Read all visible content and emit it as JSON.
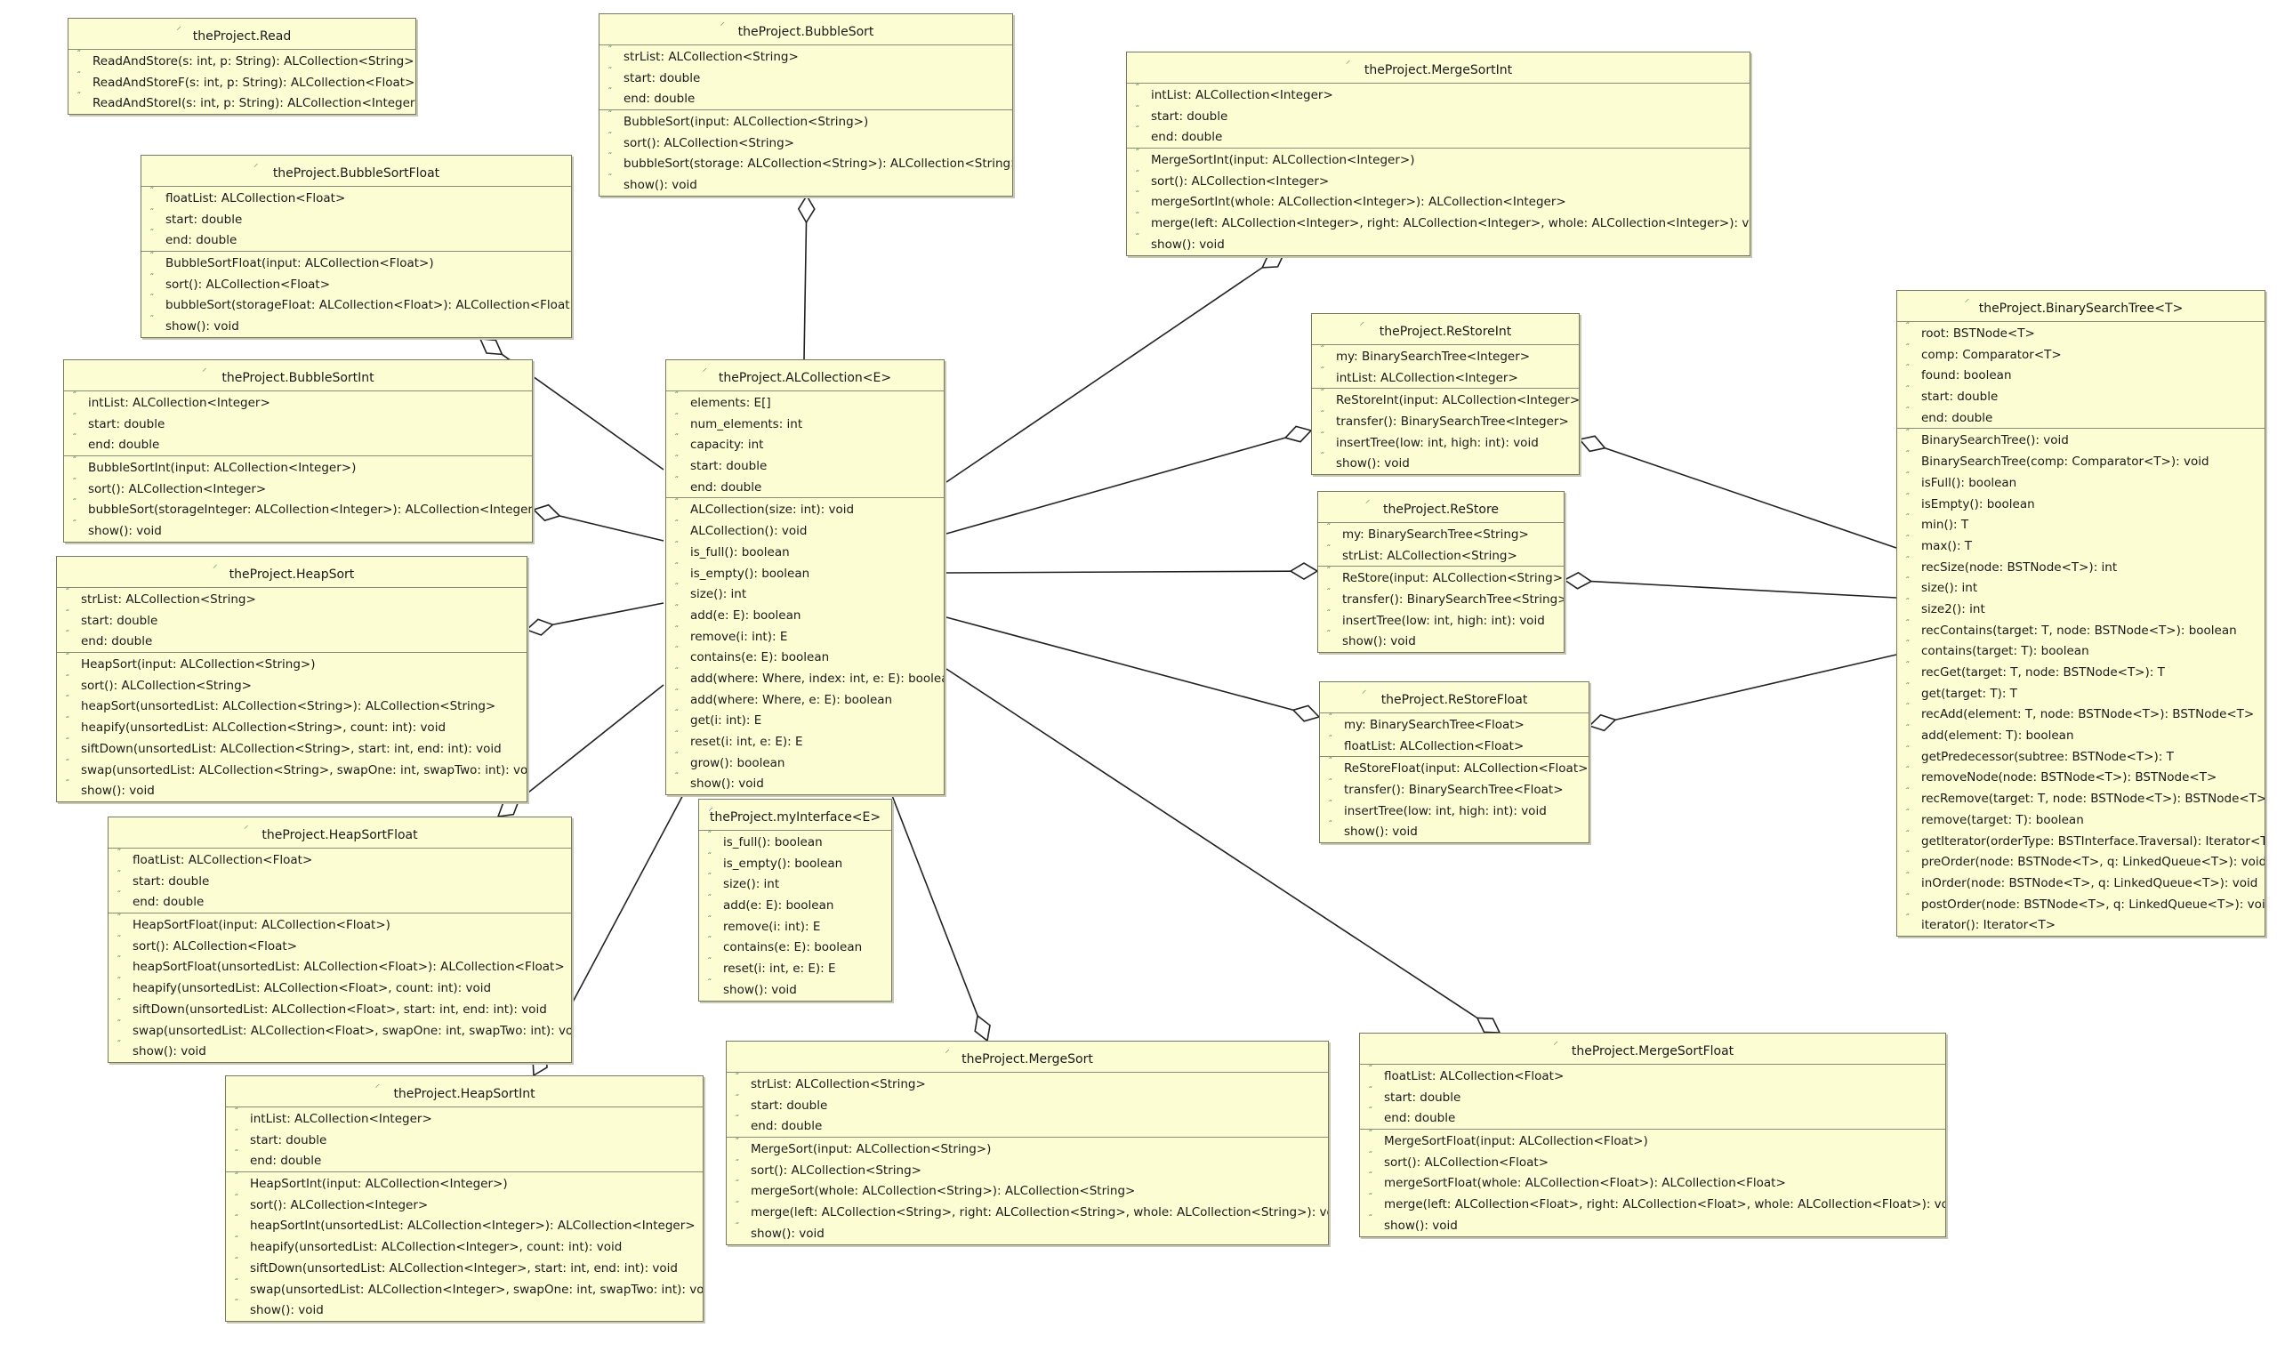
{
  "classes": [
    {
      "id": "read",
      "name": "theProject.Read",
      "fields": [],
      "methods": [
        "ReadAndStore(s: int, p: String): ALCollection<String>",
        "ReadAndStoreF(s: int, p: String): ALCollection<Float>",
        "ReadAndStoreI(s: int, p: String): ALCollection<Integer>"
      ]
    },
    {
      "id": "bubblesort",
      "name": "theProject.BubbleSort",
      "fields": [
        "strList: ALCollection<String>",
        "start: double",
        "end: double"
      ],
      "methods": [
        "BubbleSort(input: ALCollection<String>)",
        "sort(): ALCollection<String>",
        "bubbleSort(storage: ALCollection<String>): ALCollection<String>",
        "show(): void"
      ]
    },
    {
      "id": "mergesortint",
      "name": "theProject.MergeSortInt",
      "fields": [
        "intList: ALCollection<Integer>",
        "start: double",
        "end: double"
      ],
      "methods": [
        "MergeSortInt(input: ALCollection<Integer>)",
        "sort(): ALCollection<Integer>",
        "mergeSortInt(whole: ALCollection<Integer>): ALCollection<Integer>",
        "merge(left: ALCollection<Integer>, right: ALCollection<Integer>, whole: ALCollection<Integer>): void",
        "show(): void"
      ]
    },
    {
      "id": "bubblesortfloat",
      "name": "theProject.BubbleSortFloat",
      "fields": [
        "floatList: ALCollection<Float>",
        "start: double",
        "end: double"
      ],
      "methods": [
        "BubbleSortFloat(input: ALCollection<Float>)",
        "sort(): ALCollection<Float>",
        "bubbleSort(storageFloat: ALCollection<Float>): ALCollection<Float>",
        "show(): void"
      ]
    },
    {
      "id": "bubblesortint",
      "name": "theProject.BubbleSortInt",
      "fields": [
        "intList: ALCollection<Integer>",
        "start: double",
        "end: double"
      ],
      "methods": [
        "BubbleSortInt(input: ALCollection<Integer>)",
        "sort(): ALCollection<Integer>",
        "bubbleSort(storageInteger: ALCollection<Integer>): ALCollection<Integer>",
        "show(): void"
      ]
    },
    {
      "id": "alcollection",
      "name": "theProject.ALCollection<E>",
      "fields": [
        "elements: E[]",
        "num_elements: int",
        "capacity: int",
        "start: double",
        "end: double"
      ],
      "methods": [
        "ALCollection(size: int): void",
        "ALCollection(): void",
        "is_full(): boolean",
        "is_empty(): boolean",
        "size(): int",
        "add(e: E): boolean",
        "remove(i: int): E",
        "contains(e: E): boolean",
        "add(where: Where, index: int, e: E): boolean",
        "add(where: Where, e: E): boolean",
        "get(i: int): E",
        "reset(i: int, e: E): E",
        "grow(): boolean",
        "show(): void"
      ]
    },
    {
      "id": "restoreint",
      "name": "theProject.ReStoreInt",
      "fields": [
        "my: BinarySearchTree<Integer>",
        "intList: ALCollection<Integer>"
      ],
      "methods": [
        "ReStoreInt(input: ALCollection<Integer>)",
        "transfer(): BinarySearchTree<Integer>",
        "insertTree(low: int, high: int): void",
        "show(): void"
      ]
    },
    {
      "id": "restore",
      "name": "theProject.ReStore",
      "fields": [
        "my: BinarySearchTree<String>",
        "strList: ALCollection<String>"
      ],
      "methods": [
        "ReStore(input: ALCollection<String>)",
        "transfer(): BinarySearchTree<String>",
        "insertTree(low: int, high: int): void",
        "show(): void"
      ]
    },
    {
      "id": "restorefloat",
      "name": "theProject.ReStoreFloat",
      "fields": [
        "my: BinarySearchTree<Float>",
        "floatList: ALCollection<Float>"
      ],
      "methods": [
        "ReStoreFloat(input: ALCollection<Float>)",
        "transfer(): BinarySearchTree<Float>",
        "insertTree(low: int, high: int): void",
        "show(): void"
      ]
    },
    {
      "id": "bst",
      "name": "theProject.BinarySearchTree<T>",
      "fields": [
        "root: BSTNode<T>",
        "comp: Comparator<T>",
        "found: boolean",
        "start: double",
        "end: double"
      ],
      "methods": [
        "BinarySearchTree(): void",
        "BinarySearchTree(comp: Comparator<T>): void",
        "isFull(): boolean",
        "isEmpty(): boolean",
        "min(): T",
        "max(): T",
        "recSize(node: BSTNode<T>): int",
        "size(): int",
        "size2(): int",
        "recContains(target: T, node: BSTNode<T>): boolean",
        "contains(target: T): boolean",
        "recGet(target: T, node: BSTNode<T>): T",
        "get(target: T): T",
        "recAdd(element: T, node: BSTNode<T>): BSTNode<T>",
        "add(element: T): boolean",
        "getPredecessor(subtree: BSTNode<T>): T",
        "removeNode(node: BSTNode<T>): BSTNode<T>",
        "recRemove(target: T, node: BSTNode<T>): BSTNode<T>",
        "remove(target: T): boolean",
        "getIterator(orderType: BSTInterface.Traversal): Iterator<T>",
        "preOrder(node: BSTNode<T>, q: LinkedQueue<T>): void",
        "inOrder(node: BSTNode<T>, q: LinkedQueue<T>): void",
        "postOrder(node: BSTNode<T>, q: LinkedQueue<T>): void",
        "iterator(): Iterator<T>"
      ]
    },
    {
      "id": "heapsort",
      "name": "theProject.HeapSort",
      "fields": [
        "strList: ALCollection<String>",
        "start: double",
        "end: double"
      ],
      "methods": [
        "HeapSort(input: ALCollection<String>)",
        "sort(): ALCollection<String>",
        "heapSort(unsortedList: ALCollection<String>): ALCollection<String>",
        "heapify(unsortedList: ALCollection<String>, count: int): void",
        "siftDown(unsortedList: ALCollection<String>, start: int, end: int): void",
        "swap(unsortedList: ALCollection<String>, swapOne: int, swapTwo: int): void",
        "show(): void"
      ]
    },
    {
      "id": "heapsortfloat",
      "name": "theProject.HeapSortFloat",
      "fields": [
        "floatList: ALCollection<Float>",
        "start: double",
        "end: double"
      ],
      "methods": [
        "HeapSortFloat(input: ALCollection<Float>)",
        "sort(): ALCollection<Float>",
        "heapSortFloat(unsortedList: ALCollection<Float>): ALCollection<Float>",
        "heapify(unsortedList: ALCollection<Float>, count: int): void",
        "siftDown(unsortedList: ALCollection<Float>, start: int, end: int): void",
        "swap(unsortedList: ALCollection<Float>, swapOne: int, swapTwo: int): void",
        "show(): void"
      ]
    },
    {
      "id": "myinterface",
      "name": "theProject.myInterface<E>",
      "fields": [],
      "methods": [
        "is_full(): boolean",
        "is_empty(): boolean",
        "size(): int",
        "add(e: E): boolean",
        "remove(i: int): E",
        "contains(e: E): boolean",
        "reset(i: int, e: E): E",
        "show(): void"
      ]
    },
    {
      "id": "heapsortint",
      "name": "theProject.HeapSortInt",
      "fields": [
        "intList: ALCollection<Integer>",
        "start: double",
        "end: double"
      ],
      "methods": [
        "HeapSortInt(input: ALCollection<Integer>)",
        "sort(): ALCollection<Integer>",
        "heapSortInt(unsortedList: ALCollection<Integer>): ALCollection<Integer>",
        "heapify(unsortedList: ALCollection<Integer>, count: int): void",
        "siftDown(unsortedList: ALCollection<Integer>, start: int, end: int): void",
        "swap(unsortedList: ALCollection<Integer>, swapOne: int, swapTwo: int): void",
        "show(): void"
      ]
    },
    {
      "id": "mergesort",
      "name": "theProject.MergeSort",
      "fields": [
        "strList: ALCollection<String>",
        "start: double",
        "end: double"
      ],
      "methods": [
        "MergeSort(input: ALCollection<String>)",
        "sort(): ALCollection<String>",
        "mergeSort(whole: ALCollection<String>): ALCollection<String>",
        "merge(left: ALCollection<String>, right: ALCollection<String>, whole: ALCollection<String>): void",
        "show(): void"
      ]
    },
    {
      "id": "mergesortfloat",
      "name": "theProject.MergeSortFloat",
      "fields": [
        "floatList: ALCollection<Float>",
        "start: double",
        "end: double"
      ],
      "methods": [
        "MergeSortFloat(input: ALCollection<Float>)",
        "sort(): ALCollection<Float>",
        "mergeSortFloat(whole: ALCollection<Float>): ALCollection<Float>",
        "merge(left: ALCollection<Float>, right: ALCollection<Float>, whole: ALCollection<Float>): void",
        "show(): void"
      ]
    }
  ],
  "associations": [
    {
      "from": "bubblesort",
      "to": "alcollection",
      "kind": "aggregation"
    },
    {
      "from": "mergesortint",
      "to": "alcollection",
      "kind": "aggregation"
    },
    {
      "from": "bubblesortfloat",
      "to": "alcollection",
      "kind": "aggregation"
    },
    {
      "from": "bubblesortint",
      "to": "alcollection",
      "kind": "aggregation"
    },
    {
      "from": "heapsort",
      "to": "alcollection",
      "kind": "aggregation"
    },
    {
      "from": "heapsortfloat",
      "to": "alcollection",
      "kind": "aggregation"
    },
    {
      "from": "heapsortint",
      "to": "alcollection",
      "kind": "aggregation"
    },
    {
      "from": "restoreint",
      "to": "alcollection",
      "kind": "aggregation"
    },
    {
      "from": "restore",
      "to": "alcollection",
      "kind": "aggregation"
    },
    {
      "from": "restorefloat",
      "to": "alcollection",
      "kind": "aggregation"
    },
    {
      "from": "mergesort",
      "to": "alcollection",
      "kind": "aggregation"
    },
    {
      "from": "mergesortfloat",
      "to": "alcollection",
      "kind": "aggregation"
    },
    {
      "from": "restoreint",
      "to": "bst",
      "kind": "aggregation"
    },
    {
      "from": "restore",
      "to": "bst",
      "kind": "aggregation"
    },
    {
      "from": "restorefloat",
      "to": "bst",
      "kind": "aggregation"
    }
  ],
  "colors": {
    "class_fill": "#fdfdd4",
    "class_border": "#777766",
    "line": "#222222",
    "icon": "#3f7f5a"
  },
  "icons": {
    "class": "class-icon",
    "interface": "interface-icon",
    "member": "visibility-icon"
  }
}
